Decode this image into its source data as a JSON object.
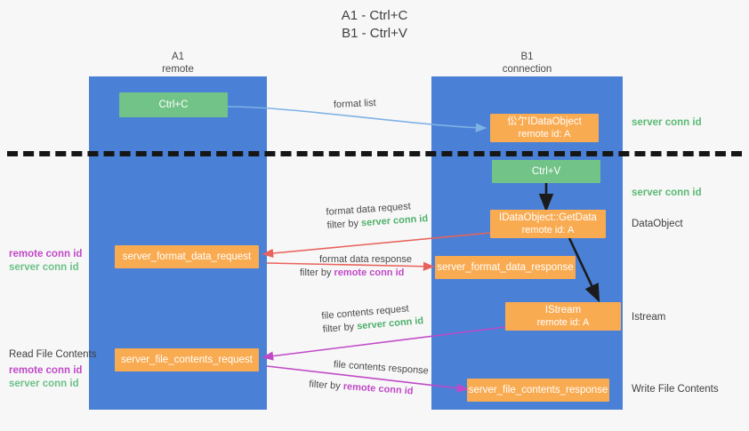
{
  "title": {
    "line1": "A1 - Ctrl+C",
    "line2": "B1 - Ctrl+V"
  },
  "lanes": [
    {
      "name": "A1",
      "sub": "remote"
    },
    {
      "name": "B1",
      "sub": "connection"
    }
  ],
  "nodes": {
    "ctrl_c": {
      "label": "Ctrl+C"
    },
    "ctrl_v": {
      "label": "Ctrl+V"
    },
    "idataobject_top": {
      "line1": "伀亇IDataObject",
      "line2": "remote id: A"
    },
    "getdata": {
      "line1": "IDataObject::GetData",
      "line2": "remote id: A"
    },
    "istream": {
      "line1": "IStream",
      "line2": "remote id: A"
    },
    "server_format_data_request": {
      "label": "server_format_data_request"
    },
    "server_format_data_response": {
      "label": "server_format_data_response"
    },
    "server_file_contents_request": {
      "label": "server_file_contents_request"
    },
    "server_file_contents_response": {
      "label": "server_file_contents_response"
    }
  },
  "edges": {
    "format_list": {
      "label": "format list"
    },
    "format_data_request": {
      "line1": "format data request",
      "filter_prefix": "filter by ",
      "filter_value": "server conn id"
    },
    "format_data_response": {
      "line1": "format data response",
      "filter_prefix": "filter by ",
      "filter_value": "remote conn id"
    },
    "file_contents_request": {
      "line1": "file contents request",
      "filter_prefix": "filter by ",
      "filter_value": "server conn id"
    },
    "file_contents_response": {
      "line1": "file contents response",
      "filter_prefix": "filter by ",
      "filter_value": "remote conn id"
    }
  },
  "annotations": {
    "right_server_conn_id_top": "server conn id",
    "right_server_conn_id_mid": "server conn id",
    "right_dataobject": "DataObject",
    "right_istream": "Istream",
    "right_write_file_contents": "Write File Contents",
    "left_read_file_contents": "Read File Contents",
    "left_remote_conn_id_1": "remote conn id",
    "left_server_conn_id_1": "server conn id",
    "left_remote_conn_id_2": "remote conn id",
    "left_server_conn_id_2": "server conn id"
  },
  "colors": {
    "lane": "#4a80d6",
    "green_box": "#72c387",
    "orange_box": "#f9ab52",
    "green_text": "#5ab974",
    "magenta_text": "#c049c7",
    "arrow_blue": "#7fb2e5",
    "arrow_red": "#e8635c",
    "arrow_magenta": "#c049c7",
    "arrow_dark": "#1b1b1b",
    "background": "#f7f7f7"
  }
}
